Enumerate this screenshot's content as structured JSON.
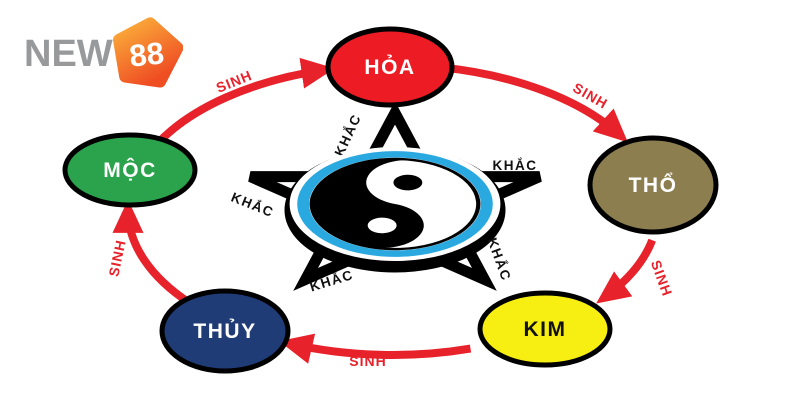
{
  "brand": {
    "text": "NEW",
    "badge": "88",
    "text_color": "#97999b",
    "badge_gradient_top": "#fbb03b",
    "badge_gradient_bottom": "#ef4e23"
  },
  "diagram": {
    "center_symbol": "yin-yang",
    "yinyang_ring_color": "#2aa9e0",
    "arrow_color": "#e8222b",
    "star_color": "#000000",
    "sinh_label": "SINH",
    "khac_label": "KHẮC",
    "nodes": [
      {
        "id": "hoa",
        "label": "HỎA",
        "color": "#ed1c24",
        "text_color": "#ffffff"
      },
      {
        "id": "tho",
        "label": "THỔ",
        "color": "#8d7e50",
        "text_color": "#ffffff"
      },
      {
        "id": "kim",
        "label": "KIM",
        "color": "#f7ef12",
        "text_color": "#111111"
      },
      {
        "id": "thuy",
        "label": "THỦY",
        "color": "#1f3c77",
        "text_color": "#ffffff"
      },
      {
        "id": "moc",
        "label": "MỘC",
        "color": "#2aa34c",
        "text_color": "#ffffff"
      }
    ]
  }
}
